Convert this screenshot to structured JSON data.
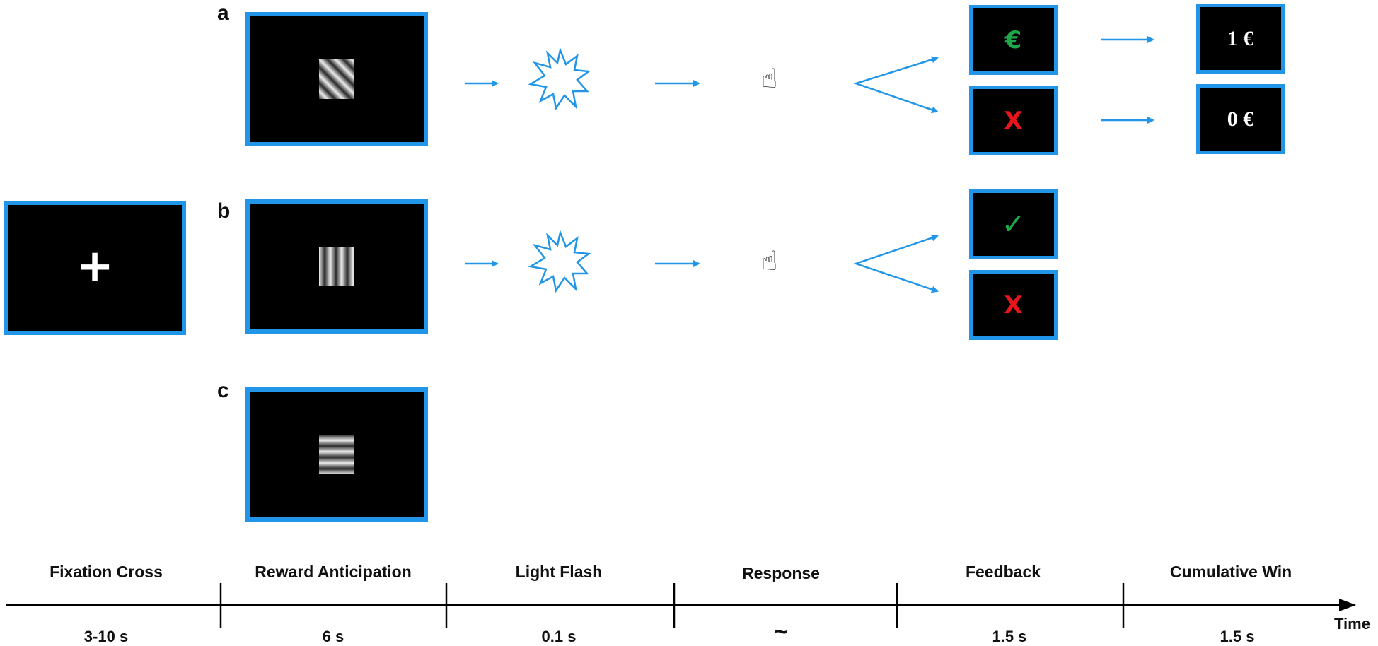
{
  "row_labels": {
    "a": "a",
    "b": "b",
    "c": "c"
  },
  "fixation": {
    "symbol": "+"
  },
  "feedback": {
    "a_win": "€",
    "a_loss": "X",
    "b_correct": "✓",
    "b_wrong": "X"
  },
  "cumulative": {
    "win": "1 €",
    "none": "0 €"
  },
  "phases": [
    {
      "name": "Fixation Cross",
      "duration": "3-10 s"
    },
    {
      "name": "Reward Anticipation",
      "duration": "6 s"
    },
    {
      "name": "Light Flash",
      "duration": "0.1 s"
    },
    {
      "name": "Response",
      "duration": "~"
    },
    {
      "name": "Feedback",
      "duration": "1.5 s"
    },
    {
      "name": "Cumulative Win",
      "duration": "1.5 s"
    }
  ],
  "time_label": "Time",
  "colors": {
    "accent": "#2196e8",
    "positive": "#1fa84a",
    "negative": "#e8161b"
  },
  "icons": {
    "flash": "starburst-icon",
    "response": "pointing-hand-icon"
  }
}
